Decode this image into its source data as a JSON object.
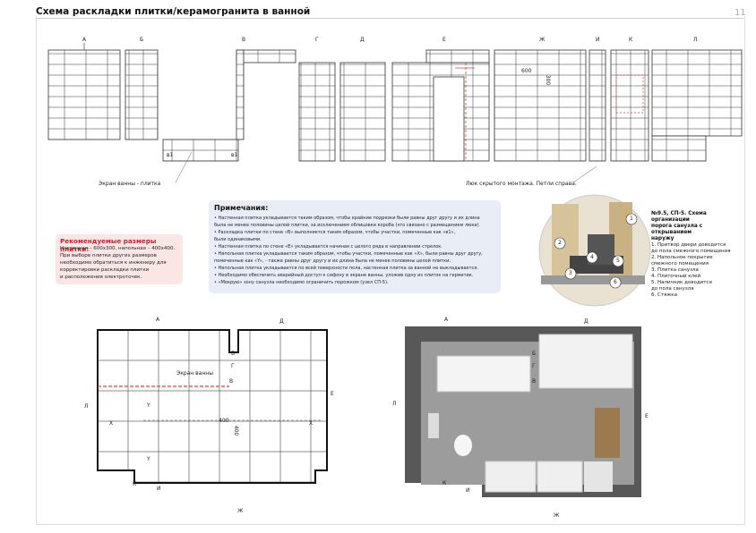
{
  "header": {
    "title": "Схема раскладки плитки/керамогранита в ванной",
    "page_number": "11"
  },
  "elevations": {
    "letters": [
      "А",
      "Б",
      "В",
      "Г",
      "Д",
      "Е",
      "Ж",
      "И",
      "К",
      "Л"
    ],
    "bath_screen_label": "Экран ванны  - плитка",
    "hatch_label": "Люк скрытого монтажа. Петли справа.",
    "v1": "в1",
    "dim_600": "600",
    "dim_300": "300"
  },
  "notes": {
    "title": "Примечания:",
    "lines": [
      "• Настенная плитка укладывается таким образом, чтобы крайние подрезки были равны друг другу и их длина",
      "была не менее половины целой плитки, за исключением облицовки короба (это связано с размещением люка).",
      "• Раскладка плитки по стене «В» выполняется таким образом, чтобы участки, помеченные как «в1»,",
      "были одинаковыми.",
      "• Настенная плитка по стене «Е» укладывается начиная с целого ряда в направлении стрелок.",
      "• Напольная плитка укладывается таким образом, чтобы участки, помеченные как «Х», были равны друг другу,",
      "помеченные как «Y», - также равны друг другу и их длина была не менее половины целой плитки.",
      "• Напольная плитка укладывается по всей поверхности пола, настенная плитка за ванной не выкладывается.",
      "• Необходимо обеспечить аварийный доступ к сифону в экране ванны, уложив одну из плиток на герметик.",
      "• «Мокрую» зону санузла необходимо ограничить порожком (узел СП-5)."
    ]
  },
  "recommendation": {
    "title": "Рекомендуемые размеры плитки:",
    "lines": [
      "Настенная – 600x300, напольная – 400x400.",
      "При выборе плитки других размеров",
      "необходимо обратиться к инженеру для",
      "корректировки раскладки плитки",
      "и расположения электроточек."
    ]
  },
  "node": {
    "title_lines": [
      "№9.5, СП-5. Схема организации",
      "порога санузла с открыванием",
      "наружу"
    ],
    "items": [
      "1. Притвор двери доводится",
      "до пола смежного помещения",
      "2. Напольное покрытие",
      "смежного помещения",
      "3. Плитка санузла",
      "4. Плиточный клей",
      "5. Наличник доводится",
      "до пола санузла",
      "6. Стяжка"
    ],
    "markers": [
      "1",
      "2",
      "3",
      "4",
      "5",
      "6"
    ]
  },
  "floor_plan": {
    "bath_screen": "Экран ванны",
    "dim_400a": "400",
    "dim_400b": "400",
    "x": "Х",
    "y": "Y",
    "letters": {
      "a": "А",
      "b": "Б",
      "v": "В",
      "g": "Г",
      "d": "Д",
      "e": "Е",
      "l": "Л",
      "k": "К",
      "i": "И",
      "zh": "Ж"
    }
  },
  "render": {
    "letters": {
      "a": "А",
      "b": "Б",
      "v": "В",
      "g": "Г",
      "d": "Д",
      "e": "Е",
      "l": "Л",
      "k": "К",
      "i": "И",
      "zh": "Ж"
    }
  }
}
